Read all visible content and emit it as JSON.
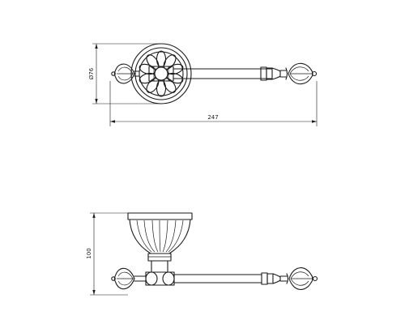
{
  "dimensions": {
    "diameter_label": "Ø76",
    "length_label": "247",
    "height_label": "100"
  },
  "colors": {
    "line": "#1a1a1a",
    "background": "#ffffff"
  }
}
